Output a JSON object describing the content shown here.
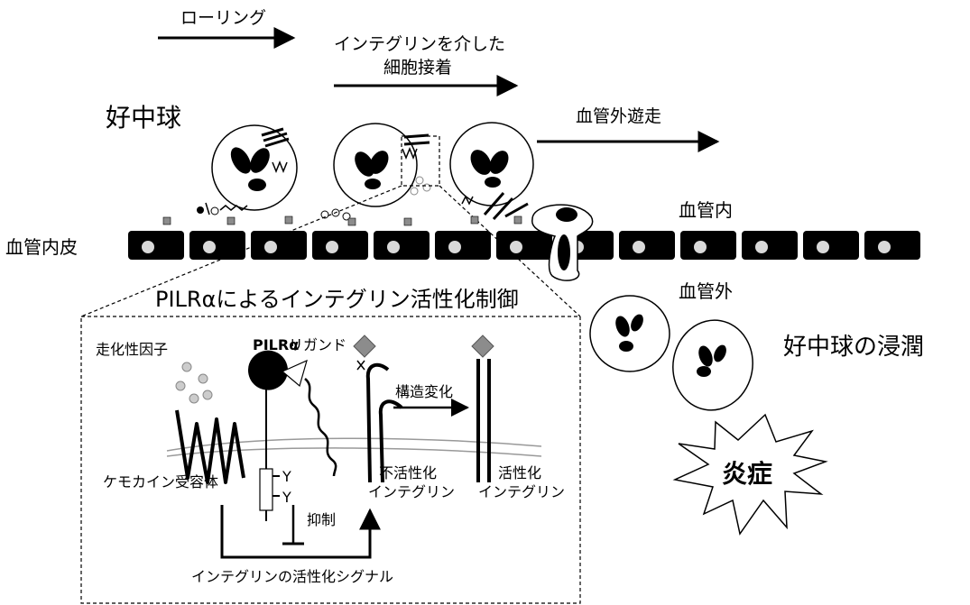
{
  "labels": {
    "top_title": "ローリング",
    "integrin_adhesion_1": "インテグリンを介した",
    "integrin_adhesion_2": "細胞接着",
    "extravasation": "血管外遊走",
    "neutrophil": "好中球",
    "vessel_inside": "血管内",
    "endothelium": "血管内皮",
    "vessel_outside": "血管外",
    "infiltration": "好中球の浸潤",
    "inflammation": "炎症",
    "inset_title": "PILRαによるインテグリン活性化制御",
    "chemokine_factor": "走化性因子",
    "pilra": "PILRα",
    "ligand": "リガンド",
    "conformation_change": "構造変化",
    "chemokine_receptor": "ケモカイン受容体",
    "tyr1": "Y",
    "tyr2": "Y",
    "suppression": "抑制",
    "inactive_integrin_1": "不活性化",
    "inactive_integrin_2": "インテグリン",
    "active_integrin_1": "活性化",
    "active_integrin_2": "インテグリン",
    "activation_signal": "インテグリンの活性化シグナル"
  },
  "colors": {
    "cell_fill": "#ffffff",
    "endothelial_cell": "#000000",
    "nucleus": "#d9d9d9",
    "ligand_diamond": "#8c8c8c"
  }
}
